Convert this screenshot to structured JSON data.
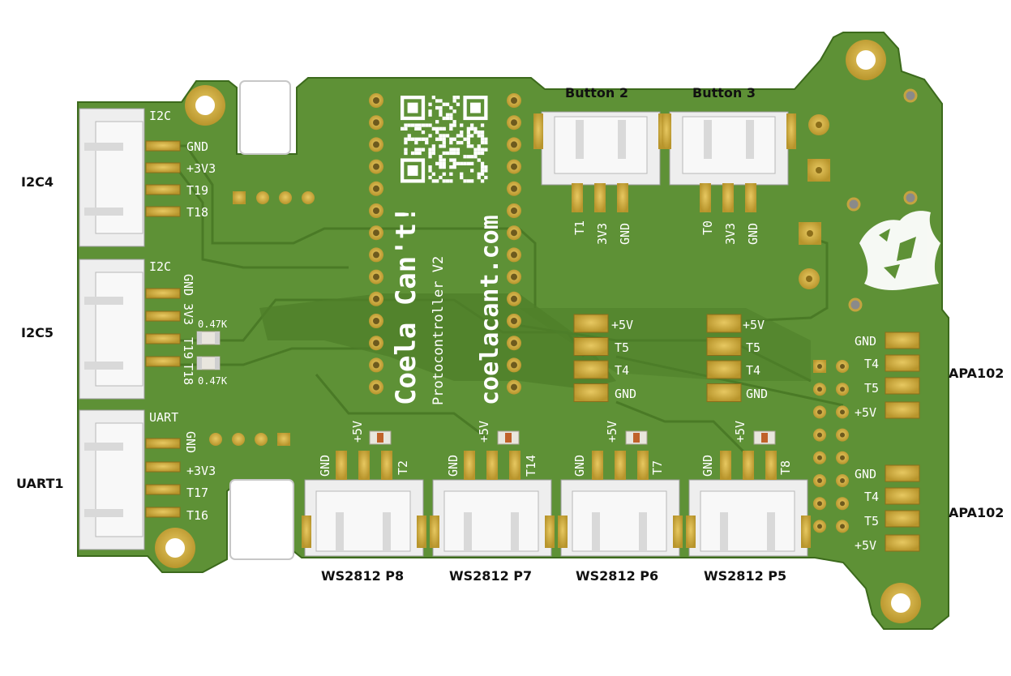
{
  "board": {
    "title": "Coela Can't!",
    "subtitle": "Protocontroller V2",
    "url": "coelacant.com",
    "colors": {
      "pcb": "#5e9136",
      "pcb_dark": "#4a7a26",
      "trace": "#4f7f2a",
      "silk": "#ffffff",
      "gold": "#c8a63a",
      "connector": "#eeeeee"
    }
  },
  "left_labels": {
    "i2c4": "I2C4",
    "i2c5": "I2C5",
    "uart1": "UART1"
  },
  "conn_i2c4": {
    "header": "I2C",
    "pins": [
      "GND",
      "+3V3",
      "T19",
      "T18"
    ]
  },
  "conn_i2c5": {
    "header": "I2C",
    "pins": [
      "GND",
      "3V3",
      "T19",
      "T18"
    ]
  },
  "conn_uart": {
    "header": "UART",
    "pins": [
      "GND",
      "+3V3",
      "T17",
      "T16"
    ]
  },
  "resistors": {
    "r1": "0.47K",
    "r2": "0.47K"
  },
  "buttons": {
    "b2": {
      "label": "Button 2",
      "pins": [
        "T1",
        "3V3",
        "GND"
      ]
    },
    "b3": {
      "label": "Button 3",
      "pins": [
        "T0",
        "3V3",
        "GND"
      ]
    }
  },
  "jumpers": {
    "j1": [
      "+5V",
      "T5",
      "T4",
      "GND"
    ],
    "j2": [
      "+5V",
      "T5",
      "T4",
      "GND"
    ]
  },
  "apa": {
    "a1": {
      "label": "APA102",
      "pins": [
        "GND",
        "T4",
        "T5",
        "+5V"
      ]
    },
    "a2": {
      "label": "APA102",
      "pins": [
        "GND",
        "T4",
        "T5",
        "+5V"
      ]
    }
  },
  "ws": {
    "p8": {
      "label": "WS2812 P8",
      "pins": [
        "GND",
        "+5V",
        "T2"
      ]
    },
    "p7": {
      "label": "WS2812 P7",
      "pins": [
        "GND",
        "+5V",
        "T14"
      ]
    },
    "p6": {
      "label": "WS2812 P6",
      "pins": [
        "GND",
        "+5V",
        "T7"
      ]
    },
    "p5": {
      "label": "WS2812 P5",
      "pins": [
        "GND",
        "+5V",
        "T8"
      ]
    }
  }
}
